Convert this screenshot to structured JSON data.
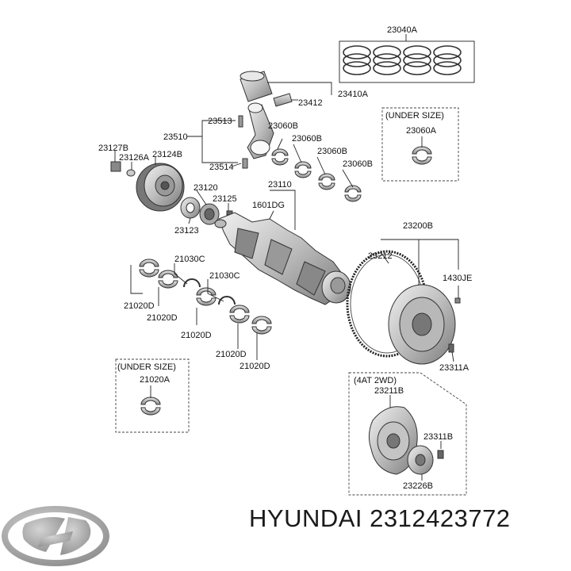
{
  "footer": {
    "brand": "HYUNDAI",
    "part_number": "2312423772"
  },
  "labels": {
    "l_23040A": "23040A",
    "l_23410A": "23410A",
    "l_23412": "23412",
    "l_23513": "23513",
    "l_23510": "23510",
    "l_23514": "23514",
    "l_23060B_1": "23060B",
    "l_23060B_2": "23060B",
    "l_23060B_3": "23060B",
    "l_23060B_4": "23060B",
    "l_under_size_top": "(UNDER SIZE)",
    "l_23060A": "23060A",
    "l_23127B": "23127B",
    "l_23126A": "23126A",
    "l_23124B": "23124B",
    "l_23120": "23120",
    "l_23125": "23125",
    "l_23123": "23123",
    "l_23110": "23110",
    "l_1601DG": "1601DG",
    "l_23200B": "23200B",
    "l_23212": "23212",
    "l_1430JE": "1430JE",
    "l_23311A": "23311A",
    "l_21030C_1": "21030C",
    "l_21030C_2": "21030C",
    "l_21020D_1": "21020D",
    "l_21020D_2": "21020D",
    "l_21020D_3": "21020D",
    "l_21020D_4": "21020D",
    "l_21020D_5": "21020D",
    "l_under_size_bottom": "(UNDER SIZE)",
    "l_21020A": "21020A",
    "l_4at_2wd": "(4AT 2WD)",
    "l_23211B": "23211B",
    "l_23311B": "23311B",
    "l_23226B": "23226B"
  },
  "colors": {
    "line": "#222222",
    "part_fill": "#d8d8d8",
    "part_dark": "#8a8a8a",
    "logo": "#a8a8a8",
    "text": "#111111"
  }
}
